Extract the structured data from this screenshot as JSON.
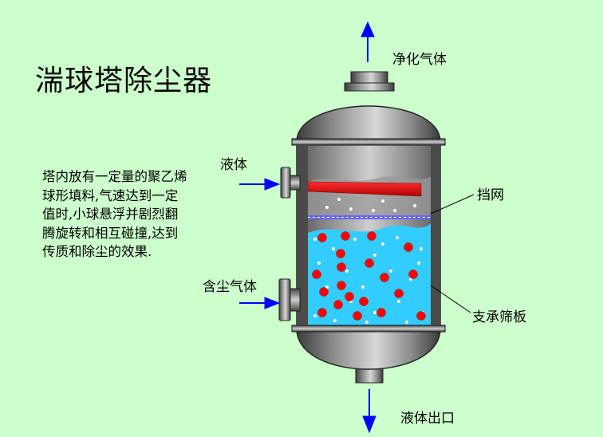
{
  "title": "湍球塔除尘器",
  "description": "塔内放有一定量的聚乙烯球形填料,气速达到一定值时,小球悬浮并剧烈翻腾旋转和相互碰撞,达到传质和除尘的效果.",
  "labels": {
    "clean_gas": "净化气体",
    "liquid_in": "液体",
    "dusty_gas": "含尘气体",
    "mist_screen": "挡网",
    "support_plate": "支承筛板",
    "liquid_out": "液体出口"
  },
  "colors": {
    "background": "#ccffcc",
    "arrow": "#0000ff",
    "liquid": "#33ccff",
    "ball": "#ff0000",
    "shell": "#8c8c8c"
  }
}
